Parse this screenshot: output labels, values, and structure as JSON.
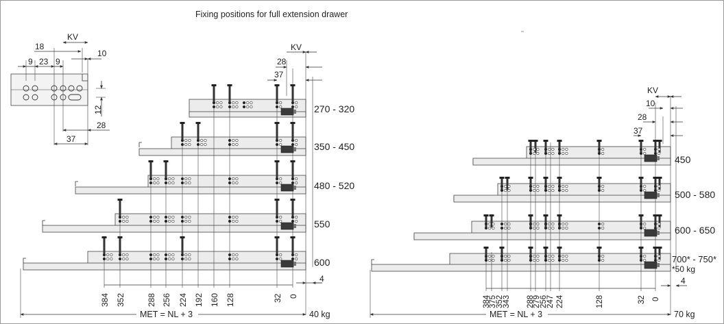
{
  "title": "Fixing positions for full extension drawer",
  "left": {
    "lengths": [
      "270 - 320",
      "350 - 450",
      "480 - 520",
      "550",
      "600"
    ],
    "positions": [
      "384",
      "352",
      "288",
      "256",
      "224",
      "192",
      "160",
      "128",
      "32",
      "0"
    ],
    "formula": "MET = NL + 3",
    "load": "40 kg",
    "dim4": "4",
    "kv": "KV",
    "dim28": "28",
    "dim37": "37"
  },
  "inset": {
    "kv": "KV",
    "dim18": "18",
    "dim10": "10",
    "dim9a": "9",
    "dim23": "23",
    "dim9b": "9",
    "dim12": "12",
    "dim28": "28",
    "dim37": "37"
  },
  "right": {
    "lengths": [
      "450",
      "500 - 580",
      "600 - 650",
      "700* - 750*"
    ],
    "note": "*50 kg",
    "positions": [
      "384",
      "375",
      "352",
      "343",
      "288",
      "279",
      "256",
      "247",
      "224",
      "128",
      "32",
      "0"
    ],
    "formula": "MET = NL + 3",
    "load": "70 kg",
    "dim4": "4",
    "kv": "KV",
    "dim10": "10",
    "dim28": "28",
    "dim37": "37"
  }
}
